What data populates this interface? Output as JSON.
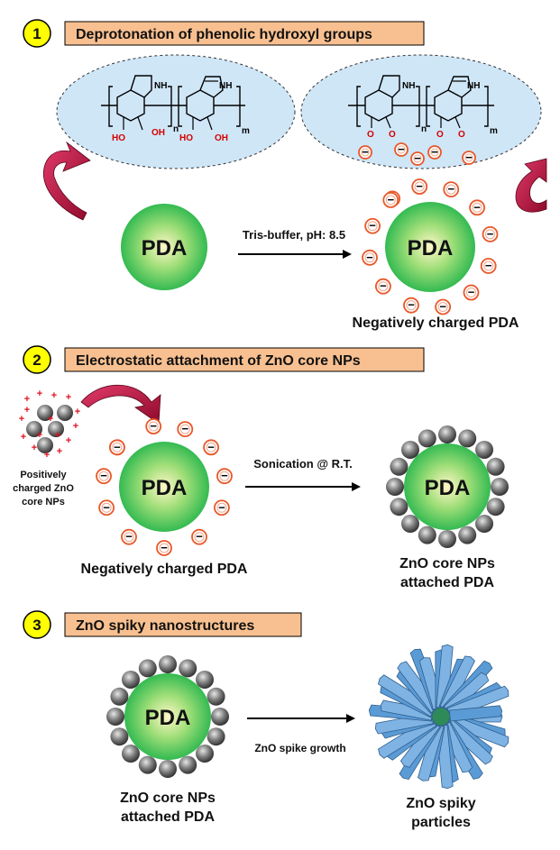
{
  "steps": [
    {
      "number": "1",
      "title": "Deprotonation of phenolic hydroxyl groups"
    },
    {
      "number": "2",
      "title": "Electrostatic attachment of ZnO core NPs"
    },
    {
      "number": "3",
      "title": "ZnO spiky nanostructures"
    }
  ],
  "particle_label": "PDA",
  "structures": {
    "nh": "NH",
    "ho": "HO",
    "oh": "OH",
    "o": "O",
    "n_sub": "n",
    "m_sub": "m"
  },
  "charges": {
    "negative": "−",
    "positive": "+"
  },
  "step1": {
    "arrow_label": "Tris-buffer, pH: 8.5",
    "product_label": "Negatively charged PDA"
  },
  "step2": {
    "zno_label_line1": "Positively",
    "zno_label_line2": "charged ZnO",
    "zno_label_line3": "core NPs",
    "arrow_label": "Sonication @ R.T.",
    "reactant_label": "Negatively charged PDA",
    "product_label_line1": "ZnO core NPs",
    "product_label_line2": "attached PDA"
  },
  "step3": {
    "arrow_label": "ZnO spike growth",
    "reactant_label_line1": "ZnO core NPs",
    "reactant_label_line2": "attached PDA",
    "product_label_line1": "ZnO spiky",
    "product_label_line2": "particles"
  },
  "colors": {
    "badge_fill": "#ffff00",
    "header_fill": "#f8c090",
    "ellipse_fill": "#cfe6f7",
    "pda_center": "#fff6c8",
    "pda_edge": "#1fb34a",
    "charge_ring": "#e8582a",
    "curved_arrow": "#c0103c",
    "spike_fill": "#5b9bd5",
    "zno_core": "#808080"
  }
}
